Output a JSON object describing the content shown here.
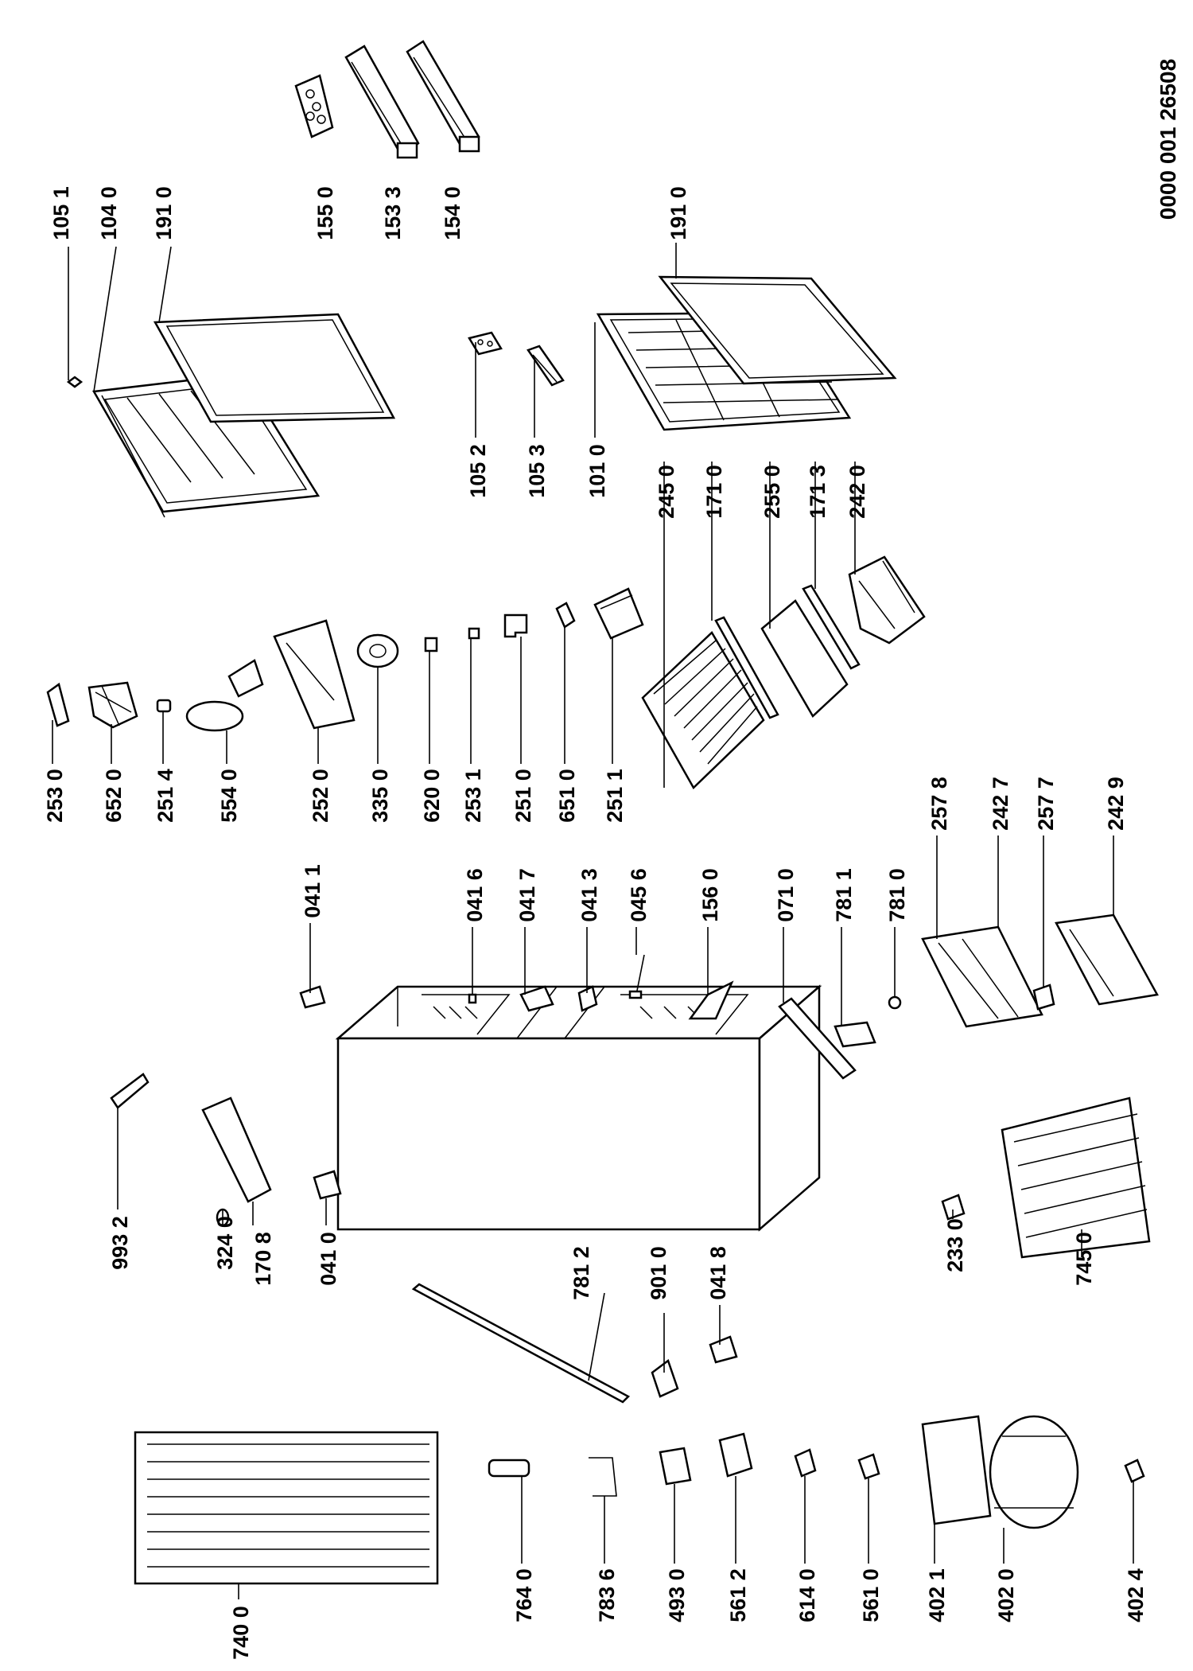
{
  "document_code": "0000 001 26508",
  "labels": [
    "105 1",
    "104 0",
    "191 0",
    "155 0",
    "153 3",
    "154 0",
    "105 2",
    "105 3",
    "101 0",
    "191 0",
    "245 0",
    "171 0",
    "255 0",
    "171 3",
    "242 0",
    "253 0",
    "652 0",
    "251 4",
    "554 0",
    "252 0",
    "335 0",
    "620 0",
    "253 1",
    "251 0",
    "651 0",
    "251 1",
    "041 1",
    "041 6",
    "041 7",
    "041 3",
    "045 6",
    "156 0",
    "071 0",
    "781 1",
    "781 0",
    "257 8",
    "242 7",
    "257 7",
    "242 9",
    "993 2",
    "324 0",
    "170 8",
    "041 0",
    "233 0",
    "745 0",
    "781 2",
    "901 0",
    "041 8",
    "740 0",
    "764 0",
    "783 6",
    "493 0",
    "561 2",
    "614 0",
    "561 0",
    "402 1",
    "402 0",
    "402 4"
  ]
}
